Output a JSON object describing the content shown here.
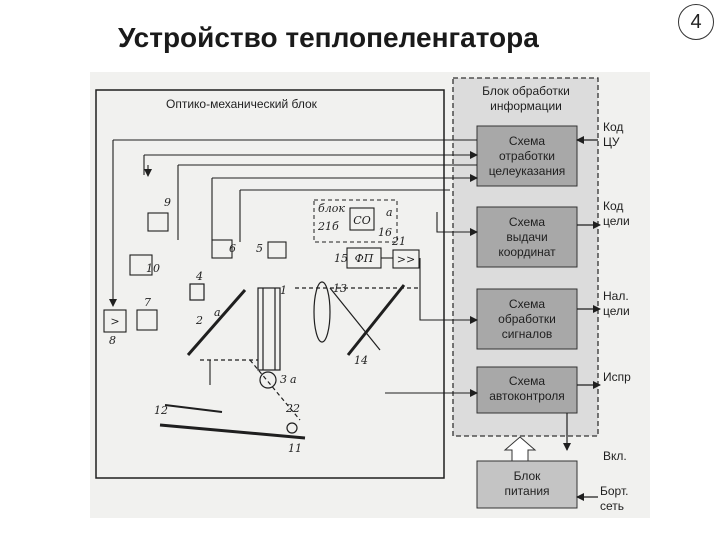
{
  "header": {
    "title": "Устройство теплопеленгатора",
    "page_number": "4"
  },
  "diagram": {
    "optomech_block": "Оптико-механический блок",
    "info_block": [
      "Блок обработки",
      "информации"
    ],
    "boxes": [
      {
        "lines": [
          "Схема",
          "отработки",
          "целеуказания"
        ]
      },
      {
        "lines": [
          "Схема",
          "выдачи",
          "координат"
        ]
      },
      {
        "lines": [
          "Схема",
          "обработки",
          "сигналов"
        ]
      },
      {
        "lines": [
          "Схема",
          "автоконтроля"
        ]
      }
    ],
    "power_block": [
      "Блок",
      "питания"
    ],
    "outputs": {
      "kod_cu": [
        "Код",
        "ЦУ"
      ],
      "kod_celi": [
        "Код",
        "цели"
      ],
      "nal_celi": [
        "Нал.",
        "цели"
      ],
      "ispr": "Испр",
      "vkl": "Вкл.",
      "bort": [
        "Борт.",
        "сеть"
      ]
    },
    "inner_labels": {
      "blok": "блок",
      "b21b": "21б",
      "co": "СО",
      "fp": "ФП",
      "amp": ">>",
      "cmp": ">",
      "a_mark": "а"
    },
    "part_numbers": [
      "1",
      "2",
      "3",
      "4",
      "5",
      "6",
      "7",
      "8",
      "9",
      "10",
      "11",
      "12",
      "13",
      "14",
      "15",
      "16",
      "21",
      "22"
    ]
  },
  "colors": {
    "info_block_fill": "#dcdcdc",
    "box_fill": "#a8a8a8",
    "power_fill": "#c4c4c4",
    "scan_bg": "#f1f1ef",
    "line": "#1f1f1f"
  }
}
